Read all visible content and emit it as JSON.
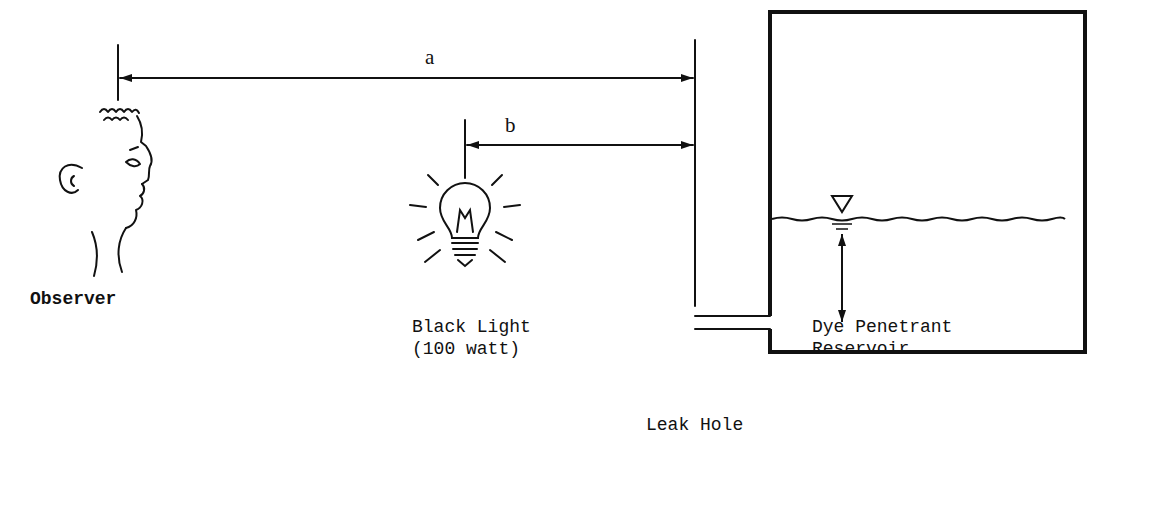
{
  "diagram": {
    "labels": [
      "a",
      "b",
      "Observer",
      "Black Light (100 watt)",
      "Dye Penetrant Reservoir",
      "Leak Hole"
    ]
  }
}
